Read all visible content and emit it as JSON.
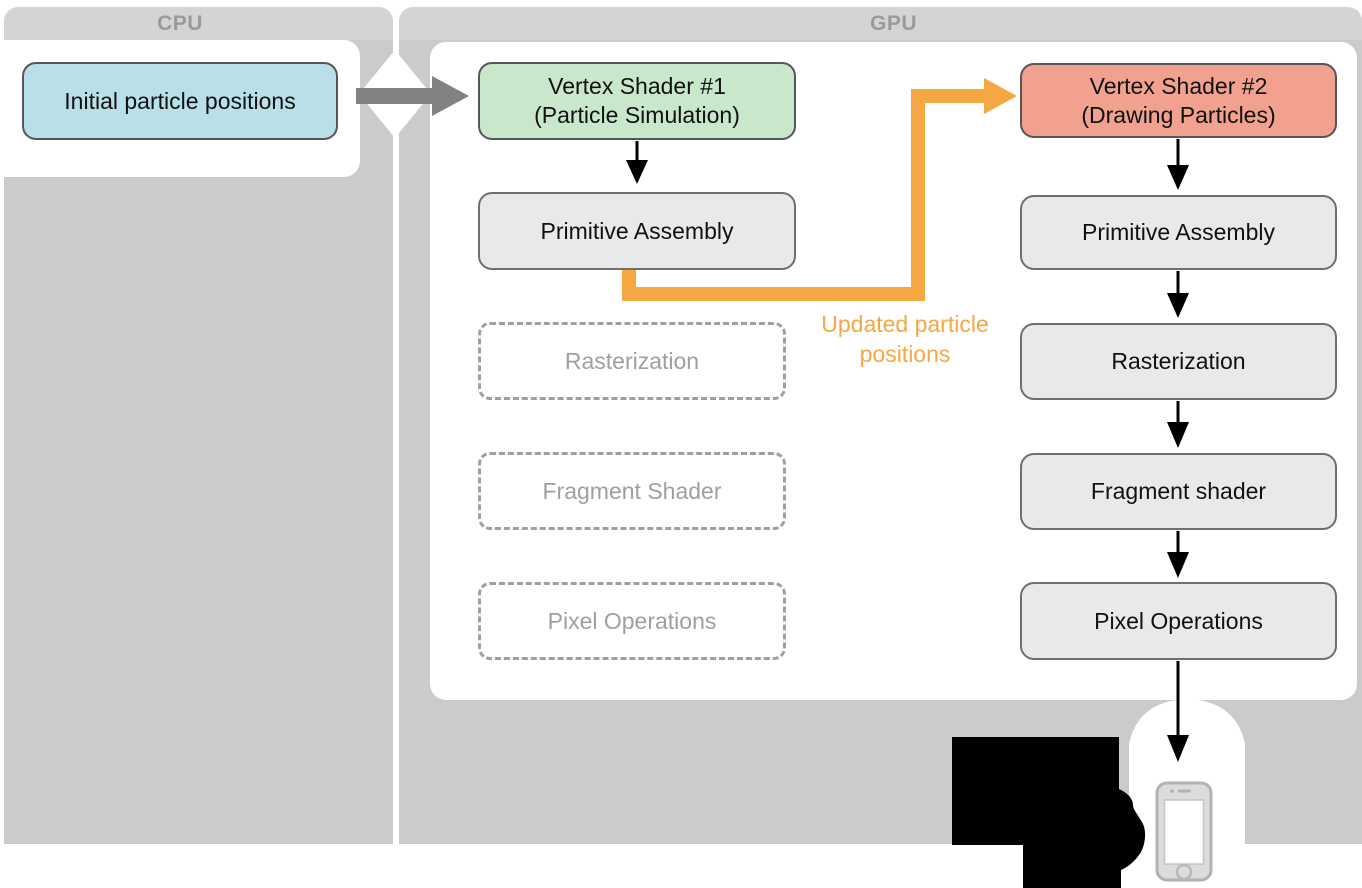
{
  "regions": {
    "cpu_label": "CPU",
    "gpu_label": "GPU"
  },
  "cpu": {
    "initial_box": "Initial particle positions"
  },
  "gpu": {
    "pass1": {
      "vertex_shader": {
        "title": "Vertex Shader #1",
        "subtitle": "(Particle Simulation)"
      },
      "primitive_assembly": "Primitive Assembly",
      "disabled_stages": [
        "Rasterization",
        "Fragment Shader",
        "Pixel Operations"
      ]
    },
    "pass2": {
      "vertex_shader": {
        "title": "Vertex Shader #2",
        "subtitle": "(Drawing Particles)"
      },
      "stages": [
        "Primitive Assembly",
        "Rasterization",
        "Fragment shader",
        "Pixel Operations"
      ]
    }
  },
  "annotations": {
    "feedback_label_line1": "Updated particle",
    "feedback_label_line2": "positions"
  },
  "colors": {
    "accent_orange": "#f5a742",
    "cpu_box_blue": "#b9dfe8",
    "vertex1_green": "#c9e7ca",
    "vertex2_salmon": "#f1a18e",
    "stage_gray": "#e8e9e9",
    "region_band_gray": "#d4d4d6",
    "region_body_gray": "#cbcbcd",
    "flow_arrow_gray": "#828282"
  },
  "icons": {
    "phone": "iphone-icon",
    "transition_diamond": "diamond-transition-icon"
  }
}
